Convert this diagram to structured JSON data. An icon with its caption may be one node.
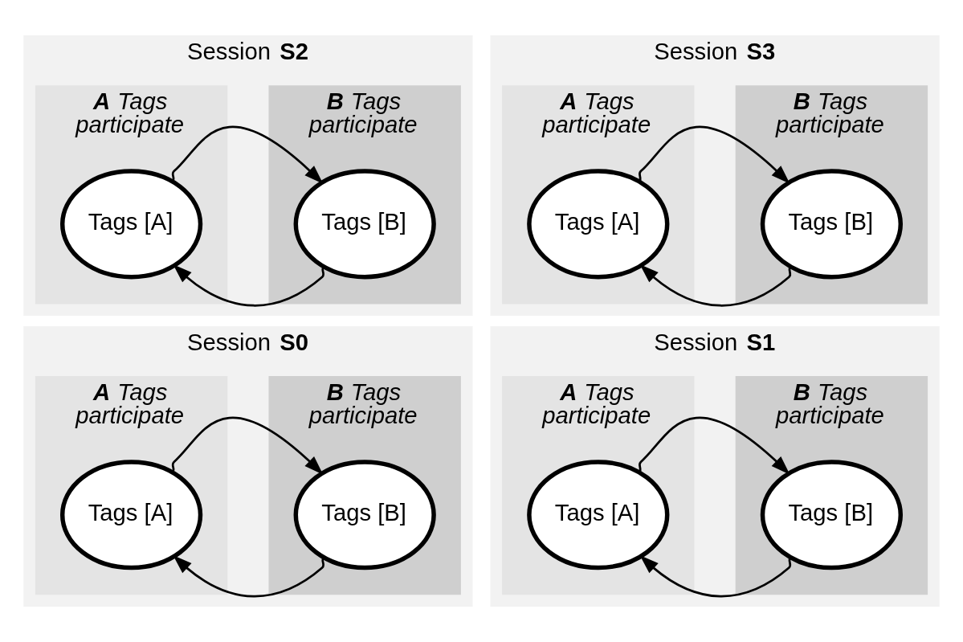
{
  "diagram": {
    "nodes": [
      {
        "text": [
          "Session **S0**"
        ]
      },
      {
        "text": [
          "**A** Tags participate"
        ],
        "in": 0
      },
      {
        "text": [
          "**B** Tags participate"
        ],
        "in": 0
      },
      {
        "text": [
          "Tags [A]"
        ],
        "in": 1
      },
      {
        "text": [
          "Tags [B]"
        ],
        "in": 2
      },
      {
        "text": [
          "Session **S1**"
        ]
      },
      {
        "text": [
          "**A** Tags participate"
        ],
        "in": 5
      },
      {
        "text": [
          "**B** Tags participate"
        ],
        "in": 5
      },
      {
        "text": [
          "Tags [A]"
        ],
        "in": 6
      },
      {
        "text": [
          "Tags [B]"
        ],
        "in": 7
      },
      {
        "text": [
          "Session **S2**"
        ]
      },
      {
        "text": [
          "**A** Tags participate"
        ],
        "in": 10
      },
      {
        "text": [
          "**B** Tags participate"
        ],
        "in": 10
      },
      {
        "text": [
          "Tags [A]"
        ],
        "in": 11
      },
      {
        "text": [
          "Tags [B]"
        ],
        "in": 12
      },
      {
        "text": [
          "Session **S3**"
        ]
      },
      {
        "text": [
          "**A** Tags participate"
        ],
        "in": 15
      },
      {
        "text": [
          "**B** Tags participate"
        ],
        "in": 15
      },
      {
        "text": [
          "Tags [A]"
        ],
        "in": 16
      },
      {
        "text": [
          "Tags [B]"
        ],
        "in": 17
      }
    ],
    "edges": [
      {
        "from": 3,
        "to": 4,
        "arrow": "to"
      },
      {
        "from": 4,
        "to": 3,
        "arrow": "to"
      },
      {
        "from": 8,
        "to": 9,
        "arrow": "to"
      },
      {
        "from": 9,
        "to": 8,
        "arrow": "to"
      },
      {
        "from": 13,
        "to": 14,
        "arrow": "to"
      },
      {
        "from": 14,
        "to": 13,
        "arrow": "to"
      },
      {
        "from": 18,
        "to": 19,
        "arrow": "to"
      },
      {
        "from": 19,
        "to": 18,
        "arrow": "to"
      }
    ]
  }
}
